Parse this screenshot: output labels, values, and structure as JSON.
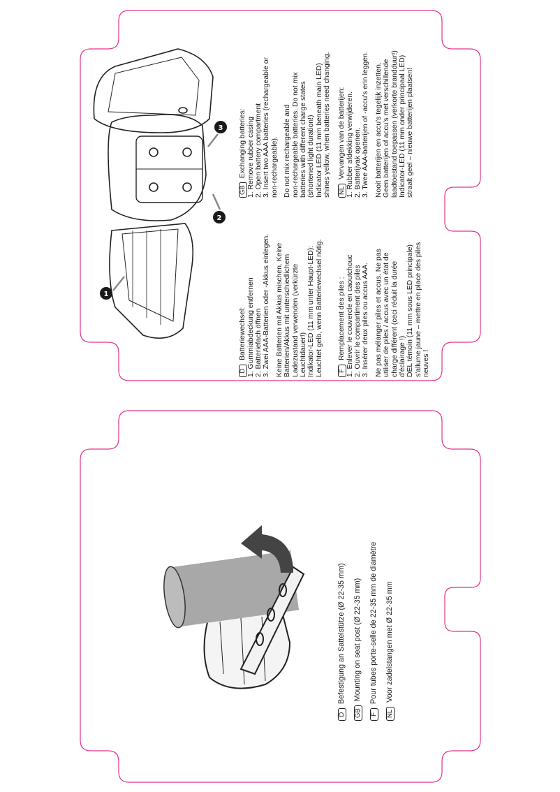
{
  "colors": {
    "outline": "#e0338c",
    "tube": "#a8a8a8",
    "badge": "#1a1a1a"
  },
  "battery_section": {
    "callouts": [
      "1",
      "2",
      "3"
    ],
    "D": {
      "tag": "D",
      "title": "Batteriewechsel:",
      "steps": [
        "1. Gummiabdeckung entfernen",
        "2. Batteriefach öffnen",
        "3. Zwei AAA-Batterien oder -Akkus einlegen."
      ],
      "notes": [
        "Keine Batterien mit Akkus mischen. Keine",
        "Batterien/Akkus mit unterschiedlichem",
        "Ladezustand verwenden (verkürzte",
        "Leuchtdauer!)",
        "Indikator-LED (11 mm unter Haupt-LED):",
        "Leuchtet gelb, wenn Batteriewechsel nötig."
      ]
    },
    "GB": {
      "tag": "GB",
      "title": "Exchanging batteries:",
      "steps": [
        "1. Remove rubber casing",
        "2. Open battery compartment",
        "3. Insert two AAA batteries (rechargeable or",
        "non-rechargeable)."
      ],
      "notes": [
        "Do not mix rechargeable and",
        "non-rechargeable batteries. Do not mix",
        "batteries with different charge states",
        "(shortened light duration!)",
        "Indicator LED (11 mm beneath main LED)",
        "shines yellow, when batteries need changing."
      ]
    },
    "F": {
      "tag": "F",
      "title": "Remplacement des piles :",
      "steps": [
        "1. Enlever le couvercle en caoutchouc",
        "2. Ouvrir le compartiment des piles",
        "3. Insérer deux piles ou accus AAA."
      ],
      "notes": [
        "Ne pas mélanger piles et accus. Ne pas",
        "utiliser de piles / accus avec un état de",
        "charge différent (ceci réduit la durée",
        "d'éclairage !)",
        "DEL témoin (11 mm sous LED principale)",
        "s'allume jaune – mettre en place des piles",
        "neuves !"
      ]
    },
    "NL": {
      "tag": "NL",
      "title": "Vervangen van de batterijen:",
      "steps": [
        "1. Rubber afdekking verwijderen.",
        "2. Batterijvak openen.",
        "3. Twee AAA-batterijen of -accu's erin leggen."
      ],
      "notes": [
        "Nooit batterijen en accu's tegelijk inzetten.",
        "Geen batterijen of accu's met verschillende",
        "laadtoestand toepassen (verkorte brandduur!)",
        "Indicator-LED (11 mm onder principaal LED)",
        "straalt geel – nieuwe batterijen plaatsen!"
      ]
    }
  },
  "mounting_section": {
    "captions": [
      {
        "tag": "D",
        "text": "Befestigung an Sattelstütze (Ø 22-35 mm)"
      },
      {
        "tag": "GB",
        "text": "Mounting on seat post (Ø 22-35 mm)"
      },
      {
        "tag": "F",
        "text": "Pour tubes porte-selle de 22-35 mm de diamètre"
      },
      {
        "tag": "NL",
        "text": "Voor zadelstangen met Ø 22-35 mm"
      }
    ]
  }
}
